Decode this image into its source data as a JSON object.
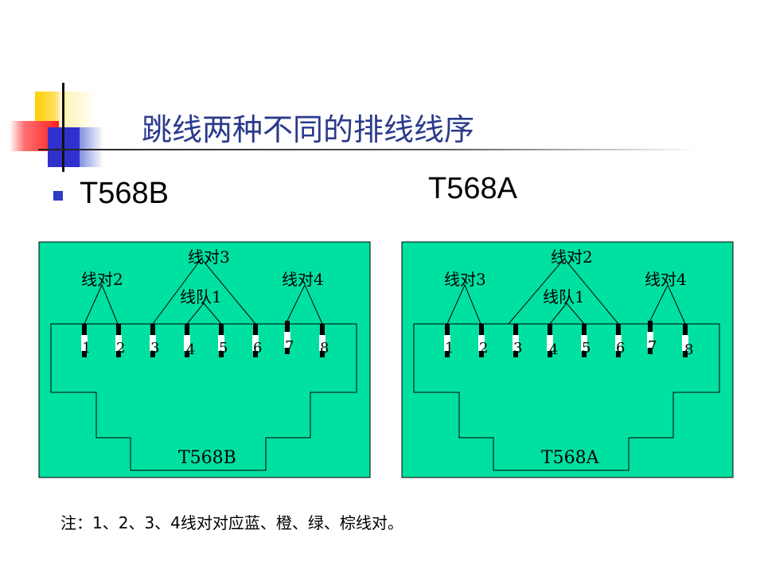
{
  "slide": {
    "title": "跳线两种不同的排线线序",
    "left_label": "T568B",
    "right_label": "T568A",
    "note": "注：1、2、3、4线对对应蓝、橙、绿、棕线对。"
  },
  "colors": {
    "panel_fill": "#00e0a0",
    "title_color": "#2b3a8c",
    "bullet_color": "#2d3cc0",
    "deco_yellow": "#ffd000",
    "deco_red": "#ff2020",
    "deco_blue": "#3030cc"
  },
  "diagrams": [
    {
      "plug_label": "T568B",
      "pins": [
        "1",
        "2",
        "3",
        "4",
        "5",
        "6",
        "7",
        "8"
      ],
      "pairs": {
        "top_center": "线对3",
        "left": "线对2",
        "middle": "线队1",
        "right": "线对4"
      }
    },
    {
      "plug_label": "T568A",
      "pins": [
        "1",
        "2",
        "3",
        "4",
        "5",
        "6",
        "7",
        "8"
      ],
      "pairs": {
        "top_center": "线对2",
        "left": "线对3",
        "middle": "线队1",
        "right": "线对4"
      }
    }
  ]
}
